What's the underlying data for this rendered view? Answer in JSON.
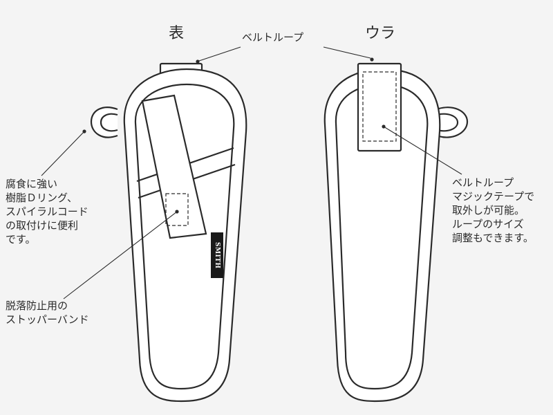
{
  "labels": {
    "front": "表",
    "back": "ウラ",
    "belt_loop": "ベルトループ",
    "d_ring": [
      "腐食に強い",
      "樹脂Ｄリング、",
      "スパイラルコード",
      "の取付けに便利",
      "です。"
    ],
    "stopper": [
      "脱落防止用の",
      "ストッパーバンド"
    ],
    "velcro": [
      "ベルトループ",
      "マジックテープで",
      "取外しが可能。",
      "ループのサイズ",
      "調整もできます。"
    ]
  },
  "brand_tag": "SMITH",
  "colors": {
    "line": "#2a2a2a",
    "fill": "#ffffff",
    "background": "#f4f4f4",
    "tag": "#1a1a1a"
  }
}
